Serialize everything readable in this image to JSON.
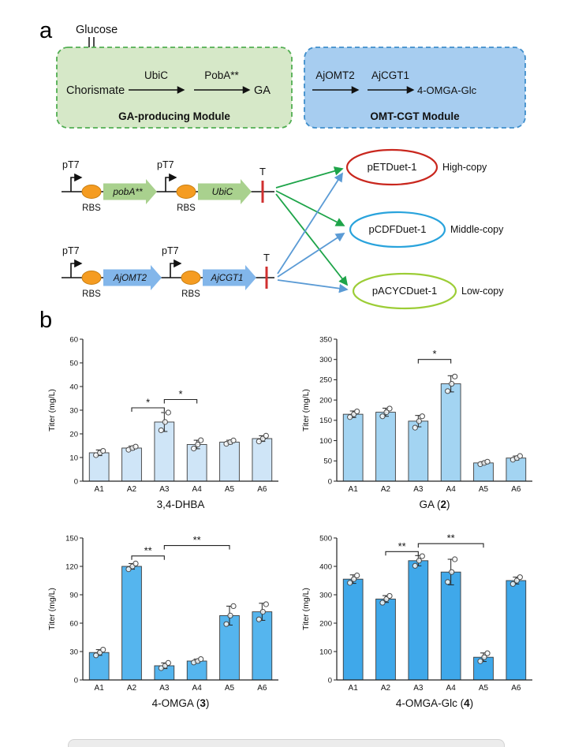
{
  "panel_a": {
    "label": "a",
    "glucose_label": "Glucose",
    "ga_module": {
      "substrate": "Chorismate",
      "enzyme1": "UbiC",
      "enzyme2": "PobA**",
      "product": "GA",
      "caption": "GA-producing Module"
    },
    "omt_module": {
      "enzyme1": "AjOMT2",
      "enzyme2": "AjCGT1",
      "product": "4-OMGA-Glc",
      "caption": "OMT-CGT Module"
    },
    "construct_ga": {
      "promoter1": "pT7",
      "rbs1": "RBS",
      "gene1": "pobA**",
      "promoter2": "pT7",
      "rbs2": "RBS",
      "gene2": "UbiC",
      "terminator": "T"
    },
    "construct_omt": {
      "promoter1": "pT7",
      "rbs1": "RBS",
      "gene1": "AjOMT2",
      "promoter2": "pT7",
      "rbs2": "RBS",
      "gene2": "AjCGT1",
      "terminator": "T"
    },
    "plasmids": [
      {
        "name": "pETDuet-1",
        "copy_level": "High-copy",
        "color": "#c9271e"
      },
      {
        "name": "pCDFDuet-1",
        "copy_level": "Middle-copy",
        "color": "#29a3dc"
      },
      {
        "name": "pACYCDuet-1",
        "copy_level": "Low-copy",
        "color": "#9ccd36"
      }
    ],
    "colors": {
      "ga_module_fill": "#d6e8c8",
      "ga_module_border": "#52ae52",
      "omt_module_fill": "#a7cdf0",
      "omt_module_border": "#3f8ecb",
      "gene_green": "#a9d18e",
      "gene_blue": "#82b6ea",
      "rbs_orange": "#f59c21",
      "terminator_red": "#d03030",
      "arrow_green": "#1ea449",
      "arrow_blue": "#5b9bd5"
    }
  },
  "panel_b": {
    "label": "b"
  },
  "chart_data": [
    {
      "type": "bar",
      "title": "3,4-DHBA",
      "title_parts": {
        "pre": "3,4-DHBA",
        "bold": "",
        "post": ""
      },
      "ylabel": "Titer (mg/L)",
      "ylim": [
        0,
        60
      ],
      "yticks": [
        0,
        10,
        20,
        30,
        40,
        50,
        60
      ],
      "categories": [
        "A1",
        "A2",
        "A3",
        "A4",
        "A5",
        "A6"
      ],
      "values": [
        12,
        14,
        25,
        15.5,
        16.5,
        18
      ],
      "errors": [
        1.2,
        0.8,
        4,
        1.8,
        0.8,
        1.2
      ],
      "replicates": [
        [
          11,
          12,
          12.8
        ],
        [
          13.3,
          14,
          14.6
        ],
        [
          21.5,
          25,
          29
        ],
        [
          13.8,
          15.5,
          17.3
        ],
        [
          15.8,
          16.5,
          17.2
        ],
        [
          16.8,
          18,
          19.2
        ]
      ],
      "bar_color": "#cfe5f7",
      "legend": "none",
      "grid": "off",
      "brackets": [
        {
          "from": "A2",
          "to": "A3",
          "label": "*",
          "y": 31
        },
        {
          "from": "A3",
          "to": "A4",
          "label": "*",
          "y": 34.5
        }
      ]
    },
    {
      "type": "bar",
      "title": "GA (2)",
      "title_parts": {
        "pre": "GA (",
        "bold": "2",
        "post": ")"
      },
      "ylabel": "Titer (mg/L)",
      "ylim": [
        0,
        350
      ],
      "yticks": [
        0,
        50,
        100,
        150,
        200,
        250,
        300,
        350
      ],
      "categories": [
        "A1",
        "A2",
        "A3",
        "A4",
        "A5",
        "A6"
      ],
      "values": [
        165,
        170,
        148,
        240,
        45,
        57
      ],
      "errors": [
        8,
        10,
        14,
        20,
        3,
        5
      ],
      "replicates": [
        [
          158,
          165,
          172
        ],
        [
          160,
          170,
          179
        ],
        [
          132,
          148,
          160
        ],
        [
          222,
          240,
          258
        ],
        [
          42,
          45,
          48
        ],
        [
          53,
          57,
          62
        ]
      ],
      "bar_color": "#a3d4f2",
      "legend": "none",
      "grid": "off",
      "brackets": [
        {
          "from": "A3",
          "to": "A4",
          "label": "*",
          "y": 300
        }
      ]
    },
    {
      "type": "bar",
      "title": "4-OMGA (3)",
      "title_parts": {
        "pre": "4-OMGA (",
        "bold": "3",
        "post": ")"
      },
      "ylabel": "Titer (mg/L)",
      "ylim": [
        0,
        150
      ],
      "yticks": [
        0,
        30,
        60,
        90,
        120,
        150
      ],
      "categories": [
        "A1",
        "A2",
        "A3",
        "A4",
        "A5",
        "A6"
      ],
      "values": [
        29,
        120,
        15,
        20,
        68,
        72
      ],
      "errors": [
        3,
        3,
        3,
        2,
        10,
        9
      ],
      "replicates": [
        [
          26,
          29,
          32
        ],
        [
          117,
          120,
          123
        ],
        [
          12.5,
          15,
          18
        ],
        [
          18.5,
          20,
          22
        ],
        [
          59,
          68,
          78
        ],
        [
          64,
          72,
          80
        ]
      ],
      "bar_color": "#55b5ee",
      "legend": "none",
      "grid": "off",
      "brackets": [
        {
          "from": "A2",
          "to": "A3",
          "label": "**",
          "y": 131
        },
        {
          "from": "A3",
          "to": "A5",
          "label": "**",
          "y": 142
        }
      ]
    },
    {
      "type": "bar",
      "title": "4-OMGA-Glc (4)",
      "title_parts": {
        "pre": "4-OMGA-Glc (",
        "bold": "4",
        "post": ")"
      },
      "ylabel": "Titer (mg/L)",
      "ylim": [
        0,
        500
      ],
      "yticks": [
        0,
        100,
        200,
        300,
        400,
        500
      ],
      "categories": [
        "A1",
        "A2",
        "A3",
        "A4",
        "A5",
        "A6"
      ],
      "values": [
        355,
        285,
        420,
        380,
        80,
        350
      ],
      "errors": [
        15,
        12,
        18,
        45,
        15,
        12
      ],
      "replicates": [
        [
          342,
          355,
          368
        ],
        [
          272,
          285,
          296
        ],
        [
          402,
          420,
          436
        ],
        [
          345,
          380,
          425
        ],
        [
          66,
          80,
          94
        ],
        [
          338,
          350,
          362
        ]
      ],
      "bar_color": "#3fa8ea",
      "legend": "none",
      "grid": "off",
      "brackets": [
        {
          "from": "A2",
          "to": "A3",
          "label": "**",
          "y": 452
        },
        {
          "from": "A3",
          "to": "A5",
          "label": "**",
          "y": 480
        }
      ]
    }
  ]
}
